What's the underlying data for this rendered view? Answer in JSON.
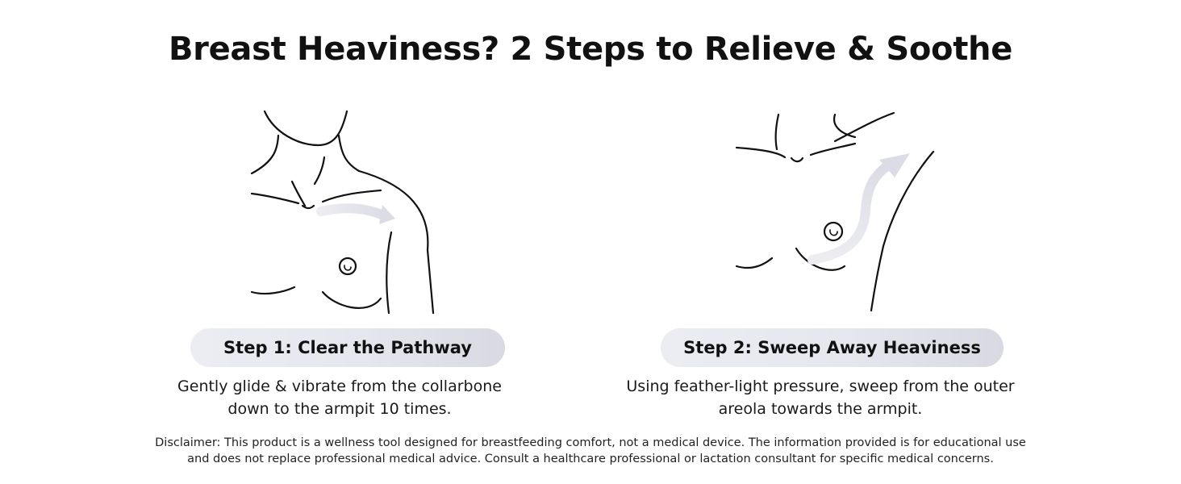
{
  "title": "Breast Heaviness? 2 Steps to Relieve & Soothe",
  "steps": [
    {
      "label": "Step 1: Clear the Pathway",
      "description_lines": [
        "Gently glide & vibrate from the collarbone",
        "down to the armpit 10 times."
      ],
      "illustration_icon": "collarbone-to-armpit-illustration"
    },
    {
      "label": "Step 2: Sweep Away Heaviness",
      "description_lines": [
        "Using feather-light pressure, sweep from the outer",
        "areola towards the armpit."
      ],
      "illustration_icon": "areola-to-armpit-illustration"
    }
  ],
  "disclaimer_lines": [
    "Disclaimer: This product is a wellness tool designed for breastfeeding comfort, not a medical device. The information provided is for educational use",
    "and does not replace professional medical advice. Consult a healthcare professional or lactation consultant for specific medical concerns."
  ],
  "colors": {
    "text": "#111111",
    "pill_gradient_start": "#ececf3",
    "pill_gradient_end": "#d9d9e3",
    "arrow": "#e3e3ec"
  }
}
